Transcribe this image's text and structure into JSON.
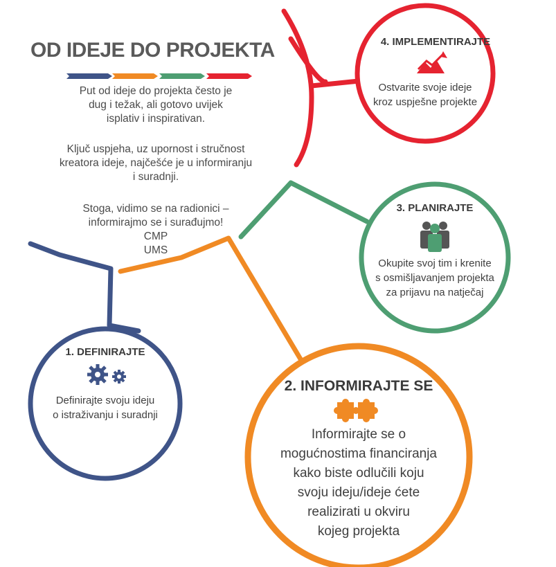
{
  "title": "OD IDEJE DO PROJEKTA",
  "intro": {
    "p1": [
      "Put od ideje do projekta često je",
      "dug i  težak, ali gotovo uvijek",
      "isplativ i inspirativan."
    ],
    "p2": [
      "Ključ uspjeha, uz upornost i stručnost",
      "kreatora ideje, najčešće je u informiranju",
      "i suradnji."
    ],
    "p3": [
      "Stoga, vidimo se na radionici –",
      "informirajmo se i surađujmo!",
      "CMP",
      "UMS"
    ]
  },
  "steps": [
    {
      "title": "1. DEFINIRAJTE",
      "desc": [
        "Definirajte svoju ideju",
        "o istraživanju i suradnji"
      ],
      "icon": "gears-icon",
      "color": "#3f5488"
    },
    {
      "title": "2. INFORMIRAJTE SE",
      "desc": [
        "Informirajte se o",
        "mogućnostima financiranja",
        "kako biste odlučili koju",
        "svoju ideju/ideje ćete",
        "realizirati u okviru",
        "kojeg projekta"
      ],
      "icon": "puzzle-icon",
      "color": "#f08a24"
    },
    {
      "title": "3. PLANIRAJTE",
      "desc": [
        "Okupite svoj tim i krenite",
        "s osmišljavanjem projekta",
        "za prijavu na natječaj"
      ],
      "icon": "team-icon",
      "color": "#4e9e72"
    },
    {
      "title": "4. IMPLEMENTIRAJTE",
      "desc": [
        "Ostvarite svoje ideje",
        "kroz uspješne projekte"
      ],
      "icon": "growth-chart-icon",
      "color": "#e52330"
    }
  ],
  "colors": {
    "blue": "#3f5488",
    "orange": "#f08a24",
    "green": "#4e9e72",
    "red": "#e52330",
    "gray": "#555555"
  }
}
